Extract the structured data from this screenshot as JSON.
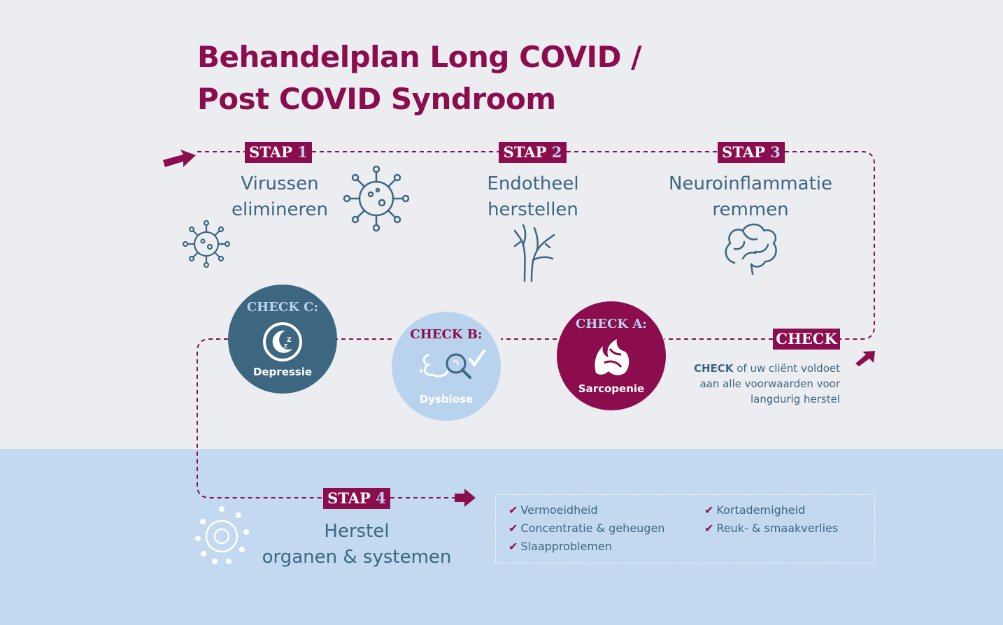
{
  "title": {
    "line1": "Behandelplan Long COVID /",
    "line2": "Post COVID Syndroom"
  },
  "steps": [
    {
      "badge": "STAP",
      "num": "1",
      "line1": "Virussen",
      "line2": "elimineren"
    },
    {
      "badge": "STAP",
      "num": "2",
      "line1": "Endotheel",
      "line2": "herstellen"
    },
    {
      "badge": "STAP",
      "num": "3",
      "line1": "Neuroinflammatie",
      "line2": "remmen"
    },
    {
      "badge": "STAP",
      "num": "4",
      "line1": "Herstel",
      "line2": "organen & systemen"
    }
  ],
  "checks": [
    {
      "title": "CHECK A:",
      "label": "Sarcopenie",
      "icon": "muscle-icon"
    },
    {
      "title": "CHECK B:",
      "label": "Dysbiose",
      "icon": "gut-magnifier-icon"
    },
    {
      "title": "CHECK C:",
      "label": "Depressie",
      "icon": "moon-sleep-icon"
    }
  ],
  "check_badge": "CHECK",
  "check_note": {
    "bold": "CHECK",
    "rest1": " of uw cliënt voldoet",
    "line2": "aan alle voorwaarden voor",
    "line3": "langdurig herstel"
  },
  "symptoms": {
    "left": [
      "Vermoeidheid",
      "Concentratie & geheugen",
      "Slaapproblemen"
    ],
    "right": [
      "Kortademigheid",
      "Reuk- & smaakverlies"
    ]
  },
  "colors": {
    "burgundy": "#8b0d4e",
    "teal": "#3d6781",
    "light_blue": "#b9d3ef",
    "band": "#c3d9f0"
  }
}
